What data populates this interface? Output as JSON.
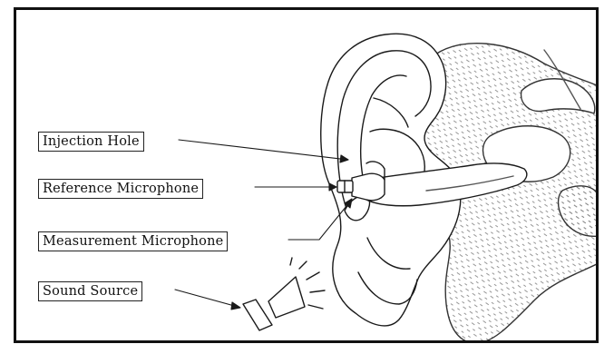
{
  "labels": {
    "injection_hole": "Injection Hole",
    "reference_microphone": "Reference Microphone",
    "measurement_microphone": "Measurement Microphone",
    "sound_source": "Sound Source"
  },
  "colors": {
    "line": "#1a1a1a",
    "tissue_hatch": "#777777",
    "background": "#ffffff"
  }
}
